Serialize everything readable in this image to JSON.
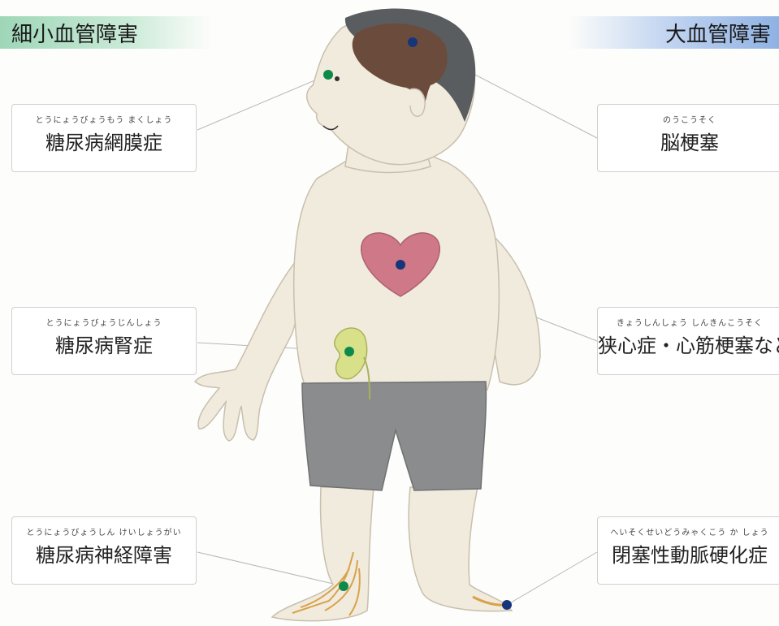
{
  "banners": {
    "microvascular": "細小血管障害",
    "macrovascular": "大血管障害"
  },
  "boxes": {
    "retinopathy": {
      "ruby": "とうにょうびょうもう まくしょう",
      "label": "糖尿病網膜症"
    },
    "cerebral_infarction": {
      "ruby": "のうこうそく",
      "label": "脳梗塞"
    },
    "nephropathy": {
      "ruby": "とうにょうびょうじんしょう",
      "label": "糖尿病腎症"
    },
    "angina": {
      "ruby": "きょうしんしょう しんきんこうそく",
      "label": "狭心症・心筋梗塞など"
    },
    "neuropathy": {
      "ruby": "とうにょうびょうしん けいしょうがい",
      "label": "糖尿病神経障害"
    },
    "pad": {
      "ruby": "へいそくせいどうみゃくこう か しょう",
      "label": "閉塞性動脈硬化症"
    }
  },
  "colors": {
    "micro_dot": "#0d8a4a",
    "macro_dot": "#17357a",
    "heart": "#c9647a",
    "kidney": "#d8e08a",
    "shorts": "#8a8c8d",
    "skin": "#f1ebde",
    "brain": "#6b4b3c",
    "hair": "#5a5d5f"
  }
}
